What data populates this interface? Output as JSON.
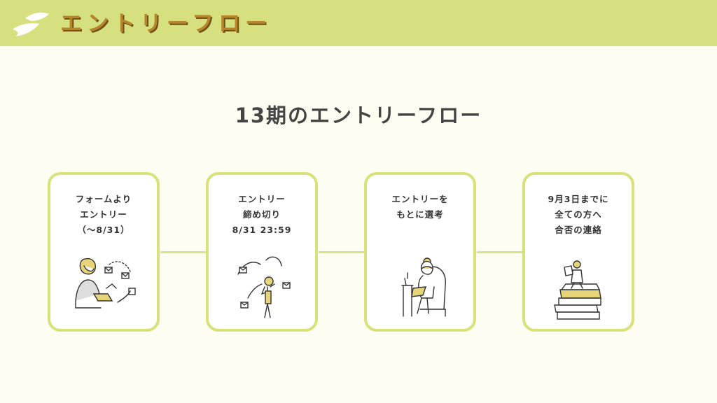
{
  "header": {
    "title": "エントリーフロー"
  },
  "page_title": "13期のエントリーフロー",
  "steps": [
    {
      "lines": [
        "フォームより",
        "エントリー",
        "（〜8/31）"
      ]
    },
    {
      "lines": [
        "エントリー",
        "締め切り",
        "8/31 23:59"
      ]
    },
    {
      "lines": [
        "エントリーを",
        "もとに選考"
      ]
    },
    {
      "lines": [
        "9月3日までに",
        "全ての方へ",
        "合否の連絡"
      ]
    }
  ],
  "colors": {
    "header_bg": "#d7e07f",
    "title_text": "#b5862c",
    "card_border": "#d7e37a",
    "background": "#fdfdf1"
  }
}
